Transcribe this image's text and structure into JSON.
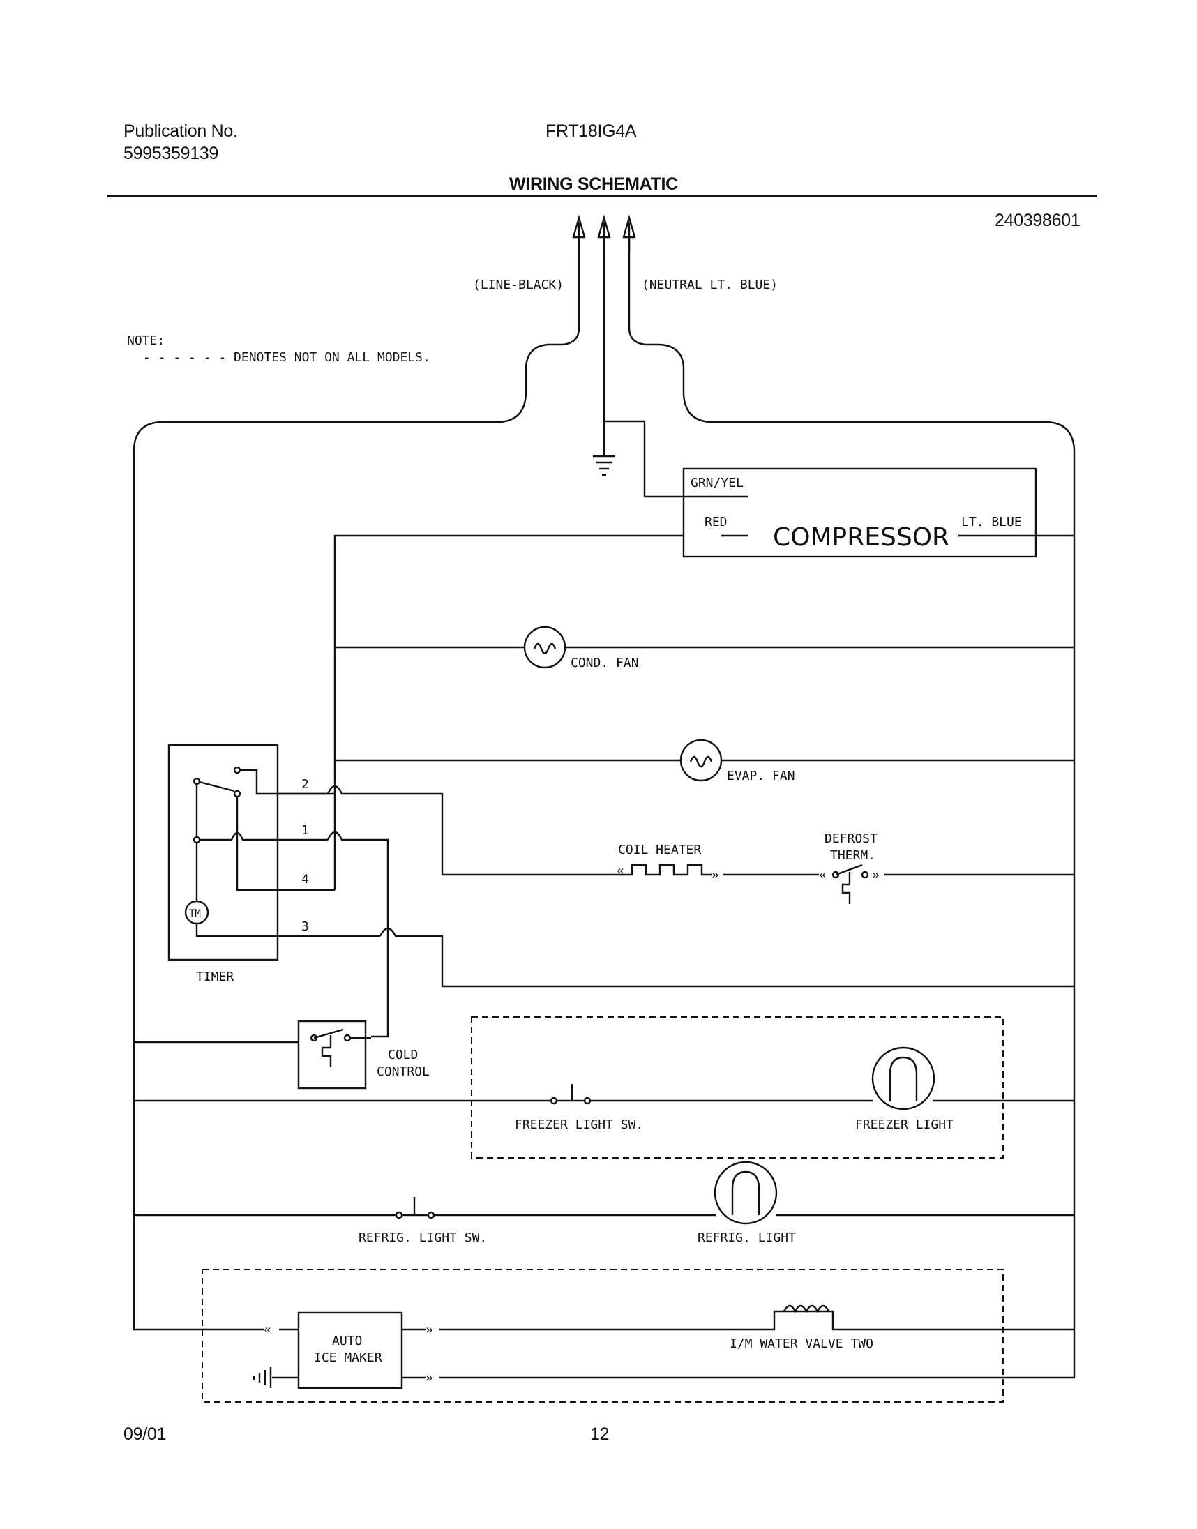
{
  "header": {
    "pub_label": "Publication No.",
    "pub_number": "5995359139",
    "model": "FRT18IG4A",
    "title": "WIRING SCHEMATIC",
    "drawing_number": "240398601"
  },
  "footer": {
    "date": "09/01",
    "page": "12"
  },
  "note": {
    "label": "NOTE:",
    "text": "- - - - - - DENOTES NOT ON ALL MODELS."
  },
  "supply": {
    "line": "(LINE-BLACK)",
    "neutral": "(NEUTRAL LT. BLUE)"
  },
  "compressor": {
    "name": "COMPRESSOR",
    "grn_yel": "GRN/YEL",
    "red": "RED",
    "lt_blue": "LT. BLUE"
  },
  "components": {
    "cond_fan": "COND. FAN",
    "evap_fan": "EVAP. FAN",
    "coil_heater": "COIL HEATER",
    "defrost_1": "DEFROST",
    "defrost_2": "THERM.",
    "timer": "TIMER",
    "timer_motor": "TM",
    "cold_1": "COLD",
    "cold_2": "CONTROL",
    "freezer_sw": "FREEZER LIGHT SW.",
    "freezer_light": "FREEZER LIGHT",
    "refrig_sw": "REFRIG. LIGHT SW.",
    "refrig_light": "REFRIG. LIGHT",
    "ice_1": "AUTO",
    "ice_2": "ICE MAKER",
    "water_valve": "I/M WATER VALVE TWO"
  },
  "terminals": [
    "2",
    "1",
    "4",
    "3"
  ]
}
